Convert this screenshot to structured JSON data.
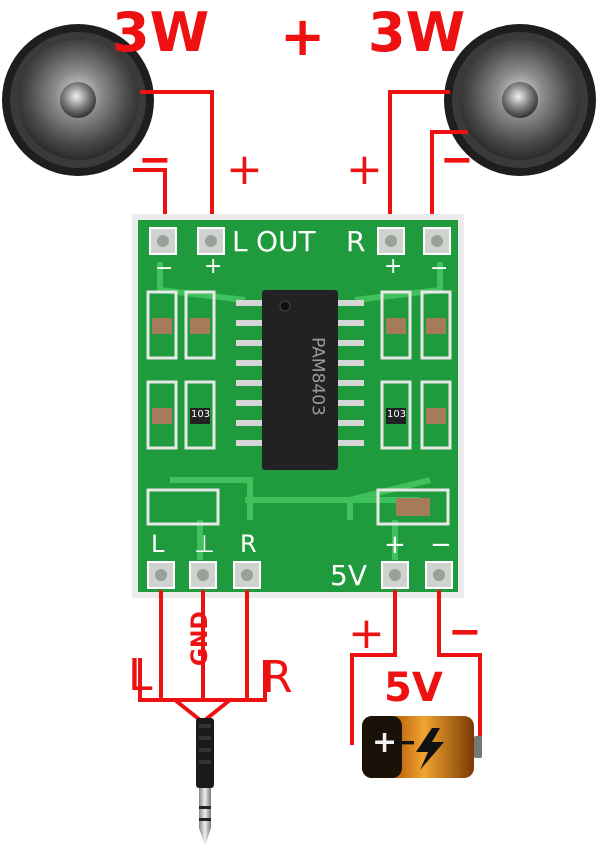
{
  "title": {
    "left_power": "3W",
    "plus": "+",
    "right_power": "3W"
  },
  "speaker_polarity": {
    "left_minus": "−",
    "left_plus": "+",
    "right_plus": "+",
    "right_minus": "−"
  },
  "board": {
    "output_label_l": "L",
    "output_label_out": "OUT",
    "output_label_r": "R",
    "pad_minus_left": "−",
    "pad_plus_left": "+",
    "pad_plus_right": "+",
    "pad_minus_right": "−",
    "chip_marking": "PAM8403",
    "resistor_marking": "103",
    "input_l": "L",
    "input_gnd_mark": "⊥",
    "input_r": "R",
    "power_label": "5V",
    "power_plus": "+",
    "power_minus": "−"
  },
  "wiring": {
    "gnd_label": "GND",
    "l_label": "L",
    "r_label": "R",
    "supply_plus": "+",
    "supply_minus": "−",
    "battery_voltage": "5V",
    "battery_plus": "+",
    "battery_minus": "−"
  },
  "colors": {
    "wire_red": "#e11",
    "pcb_green": "#1f9a3c",
    "trace_green": "#3fc25b",
    "pad_silver": "#cfd3cf"
  }
}
